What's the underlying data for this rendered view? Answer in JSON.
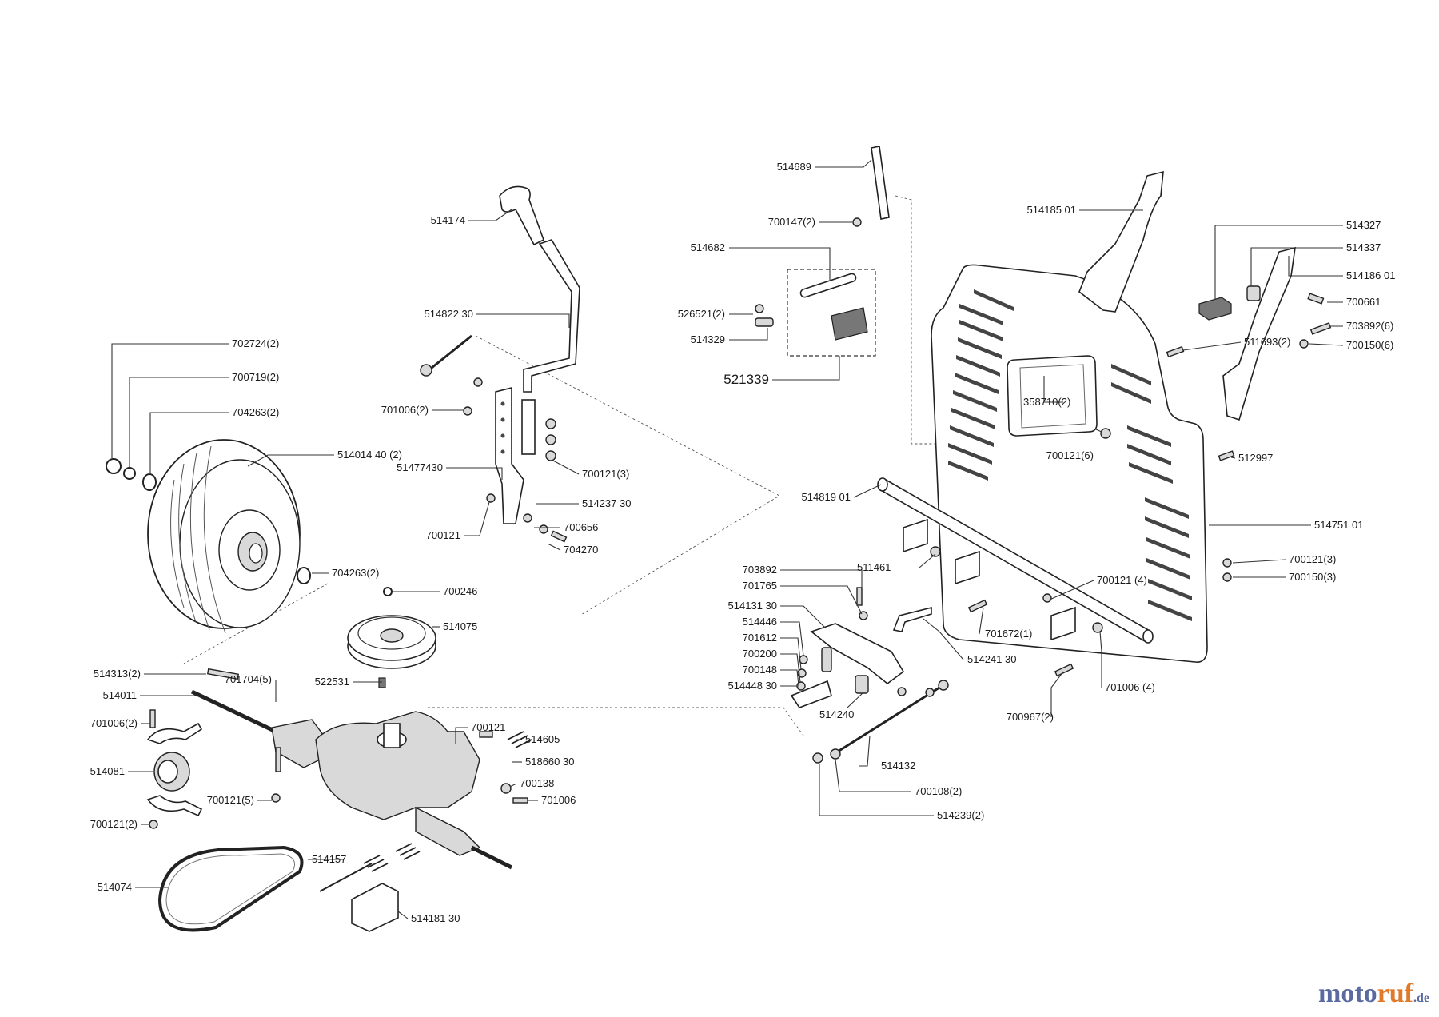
{
  "labels": {
    "p514689": "514689",
    "p700147": "700147(2)",
    "p514682": "514682",
    "p526521": "526521(2)",
    "p514329": "514329",
    "p521339": "521339",
    "p514185": "514185 01",
    "p514327": "514327",
    "p514337": "514337",
    "p514186": "514186 01",
    "p700661": "700661",
    "p703892_6": "703892(6)",
    "p700150_6": "700150(6)",
    "p511693": "511693(2)",
    "p358710": "358710(2)",
    "p700121_6": "700121(6)",
    "p512997": "512997",
    "p514819": "514819 01",
    "p514751": "514751 01",
    "p511461": "511461",
    "p700121_4": "700121 (4)",
    "p700121_3r": "700121(3)",
    "p700150_3": "700150(3)",
    "p703892": "703892",
    "p701765": "701765",
    "p514131": "514131 30",
    "p514446": "514446",
    "p701612": "701612",
    "p700200": "700200",
    "p700148": "700148",
    "p514448": "514448 30",
    "p514240": "514240",
    "p514241": "514241 30",
    "p701672": "701672(1)",
    "p701006_4": "701006 (4)",
    "p700967": "700967(2)",
    "p514132": "514132",
    "p700108": "700108(2)",
    "p514239": "514239(2)",
    "p514174": "514174",
    "p514822": "514822 30",
    "p701006_2a": "701006(2)",
    "p51477430": "51477430",
    "p700121_3l": "700121(3)",
    "p514237": "514237 30",
    "p700656": "700656",
    "p700121a": "700121",
    "p704270": "704270",
    "p702724": "702724(2)",
    "p700719": "700719(2)",
    "p704263a": "704263(2)",
    "p514014": "514014 40 (2)",
    "p704263b": "704263(2)",
    "p700246": "700246",
    "p514075": "514075",
    "p514313": "514313(2)",
    "p514011": "514011",
    "p701704": "701704(5)",
    "p522531": "522531",
    "p701006_2b": "701006(2)",
    "p514081": "514081",
    "p700121_5": "700121(5)",
    "p700121_2": "700121(2)",
    "p700121b": "700121",
    "p514605": "514605",
    "p518660": "518660 30",
    "p700138": "700138",
    "p701006": "701006",
    "p514157": "514157",
    "p514074": "514074",
    "p514181": "514181 30"
  },
  "watermark": {
    "part1": "moto",
    "part2": "ruf",
    "part3": ".de"
  }
}
